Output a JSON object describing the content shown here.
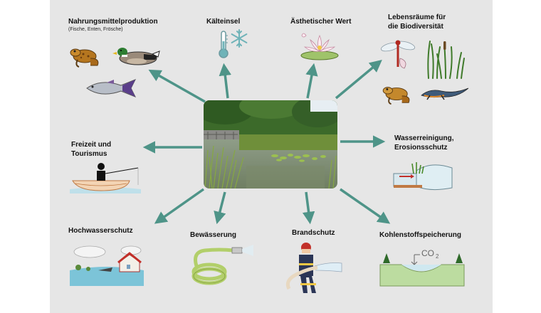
{
  "center_image": "pond-photo",
  "arrow_color": "#4e9488",
  "benefits": [
    {
      "id": "food",
      "label": "Nahrungsmittelproduktion",
      "sublabel": "(Fische, Enten, Frösche)",
      "icons": [
        "frog-icon",
        "duck-icon",
        "fish-icon"
      ]
    },
    {
      "id": "cooling",
      "label": "Kälteinsel",
      "icons": [
        "thermometer-icon",
        "snowflake-icon"
      ]
    },
    {
      "id": "aesthetic",
      "label": "Ästhetischer Wert",
      "icons": [
        "water-lily-icon"
      ]
    },
    {
      "id": "habitat",
      "label_line1": "Lebensräume für",
      "label_line2": "die Biodiversität",
      "icons": [
        "dragonfly-icon",
        "reed-icon",
        "frog-icon",
        "newt-icon"
      ]
    },
    {
      "id": "leisure",
      "label_line1": "Freizeit und",
      "label_line2": "Tourismus",
      "icons": [
        "angler-boat-icon"
      ]
    },
    {
      "id": "purification",
      "label_line1": "Wasserreinigung,",
      "label_line2": "Erosionsschutz",
      "icons": [
        "filtration-icon"
      ]
    },
    {
      "id": "flood",
      "label": "Hochwasserschutz",
      "icons": [
        "flood-house-icon"
      ]
    },
    {
      "id": "irrigation",
      "label": "Bewässerung",
      "icons": [
        "hose-icon"
      ]
    },
    {
      "id": "fire",
      "label": "Brandschutz",
      "icons": [
        "firefighter-icon"
      ]
    },
    {
      "id": "carbon",
      "label": "Kohlenstoffspeicherung",
      "co2": "CO",
      "co2_sub": "2",
      "icons": [
        "carbon-pond-icon"
      ]
    }
  ]
}
